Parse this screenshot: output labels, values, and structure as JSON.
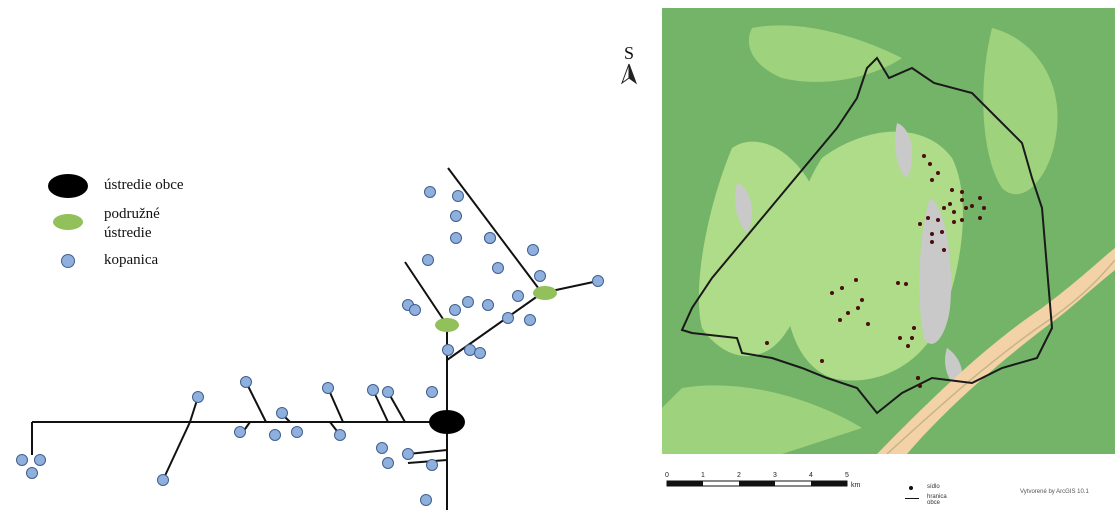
{
  "header": {
    "title_partial": ""
  },
  "legend": {
    "items": [
      {
        "label": "ústredie obce",
        "symbol": "center-node"
      },
      {
        "label": "podružné",
        "label2": "ústredie",
        "symbol": "sub-center-node"
      },
      {
        "label": "kopanica",
        "symbol": "kopanica-node"
      }
    ]
  },
  "colors": {
    "center": "#000000",
    "sub_center": "#92c05a",
    "kopanica": "#8fb0dd",
    "map_forest": "#74b468",
    "map_meadow": "#aedc88",
    "map_urban": "#c9c9c9",
    "map_road": "#f2d2a6",
    "boundary": "#1a1a1a",
    "settlement_point": "#4a0d0d"
  },
  "map": {
    "north_letter": "S",
    "north_icon": "north-arrow-icon",
    "scale": {
      "ticks": [
        "0",
        "1",
        "2",
        "3",
        "4",
        "5"
      ],
      "unit": "km"
    },
    "legend": [
      {
        "label": "sídlo",
        "symbol": "point"
      },
      {
        "label": "hranica obce",
        "symbol": "line"
      }
    ],
    "credit": "Vytvorené by ArcGIS 10.1"
  }
}
